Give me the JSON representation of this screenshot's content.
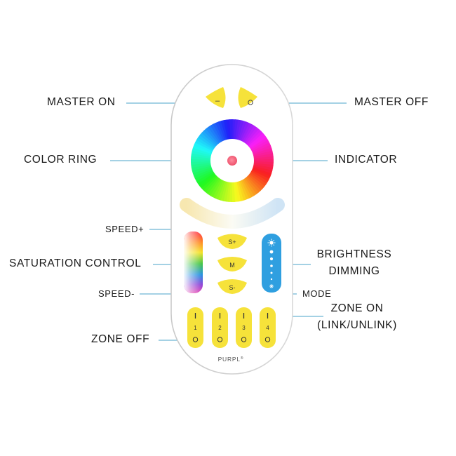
{
  "labels": {
    "master_on": "MASTER ON",
    "master_off": "MASTER OFF",
    "color_ring": "COLOR RING",
    "indicator": "INDICATOR",
    "speed_plus": "SPEED+",
    "saturation_control": "SATURATION CONTROL",
    "brightness_line1": "BRIGHTNESS",
    "brightness_line2": "DIMMING",
    "speed_minus": "SPEED-",
    "mode": "MODE",
    "zone_on_line1": "ZONE ON",
    "zone_on_line2": "(LINK/UNLINK)",
    "zone_off": "ZONE OFF"
  },
  "remote": {
    "master_on_symbol": "–",
    "speed_plus_button": "S+",
    "mode_button": "M",
    "speed_minus_button": "S-",
    "zones": [
      {
        "number": "1"
      },
      {
        "number": "2"
      },
      {
        "number": "3"
      },
      {
        "number": "4"
      }
    ],
    "brand": "PURPL",
    "brand_mark": "®"
  },
  "colors": {
    "leader_line": "#4aa3c8",
    "button_yellow": "#f6e23a",
    "brightness_blue": "#2f9fe0",
    "indicator_pink": "#f0607a",
    "remote_body": "#ffffff"
  }
}
